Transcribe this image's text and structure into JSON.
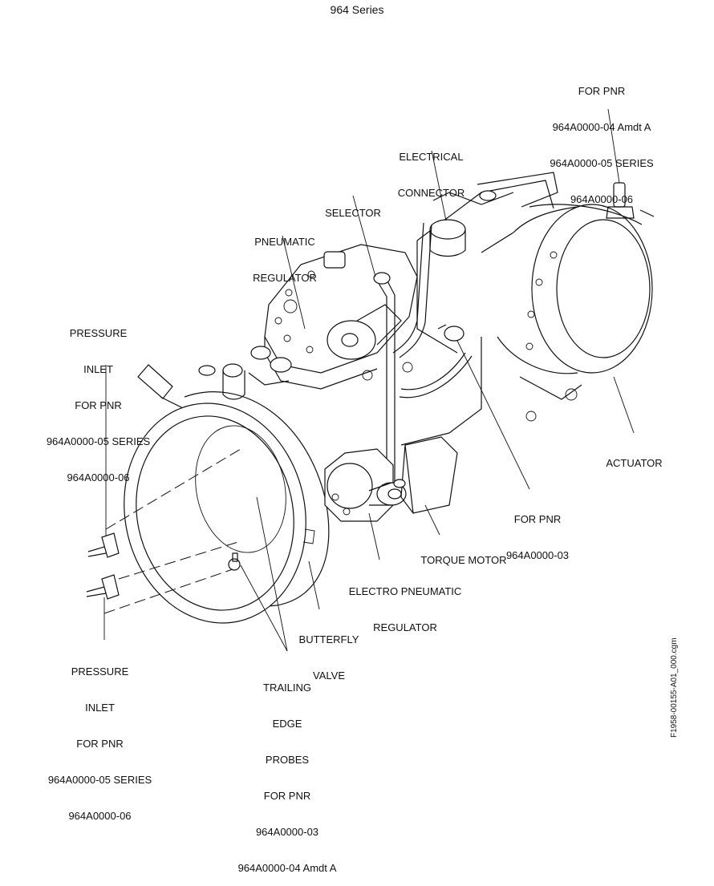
{
  "title": "964 Series",
  "figure_id": "F1958-00155-A01_000.cgm",
  "labels": {
    "pnr_top": [
      "FOR PNR",
      "964A0000-04 Amdt A",
      "964A0000-05 SERIES",
      "964A0000-06"
    ],
    "electrical_connector": [
      "ELECTRICAL",
      "CONNECTOR"
    ],
    "selector": [
      "SELECTOR"
    ],
    "pneumatic_regulator": [
      "PNEUMATIC",
      "REGULATOR"
    ],
    "pressure_inlet_top": [
      "PRESSURE",
      "INLET",
      "FOR PNR",
      "964A0000-05 SERIES",
      "964A0000-06"
    ],
    "actuator": [
      "ACTUATOR"
    ],
    "for_pnr_03": [
      "FOR PNR",
      "964A0000-03"
    ],
    "torque_motor": [
      "TORQUE MOTOR"
    ],
    "electro_pneumatic_regulator": [
      "ELECTRO PNEUMATIC",
      "REGULATOR"
    ],
    "butterfly_valve": [
      "BUTTERFLY",
      "VALVE"
    ],
    "pressure_inlet_bottom": [
      "PRESSURE",
      "INLET",
      "FOR PNR",
      "964A0000-05 SERIES",
      "964A0000-06"
    ],
    "trailing_edge_probes": [
      "TRAILING",
      "EDGE",
      "PROBES",
      "FOR PNR",
      "964A0000-03",
      "964A0000-04 Amdt A"
    ]
  }
}
